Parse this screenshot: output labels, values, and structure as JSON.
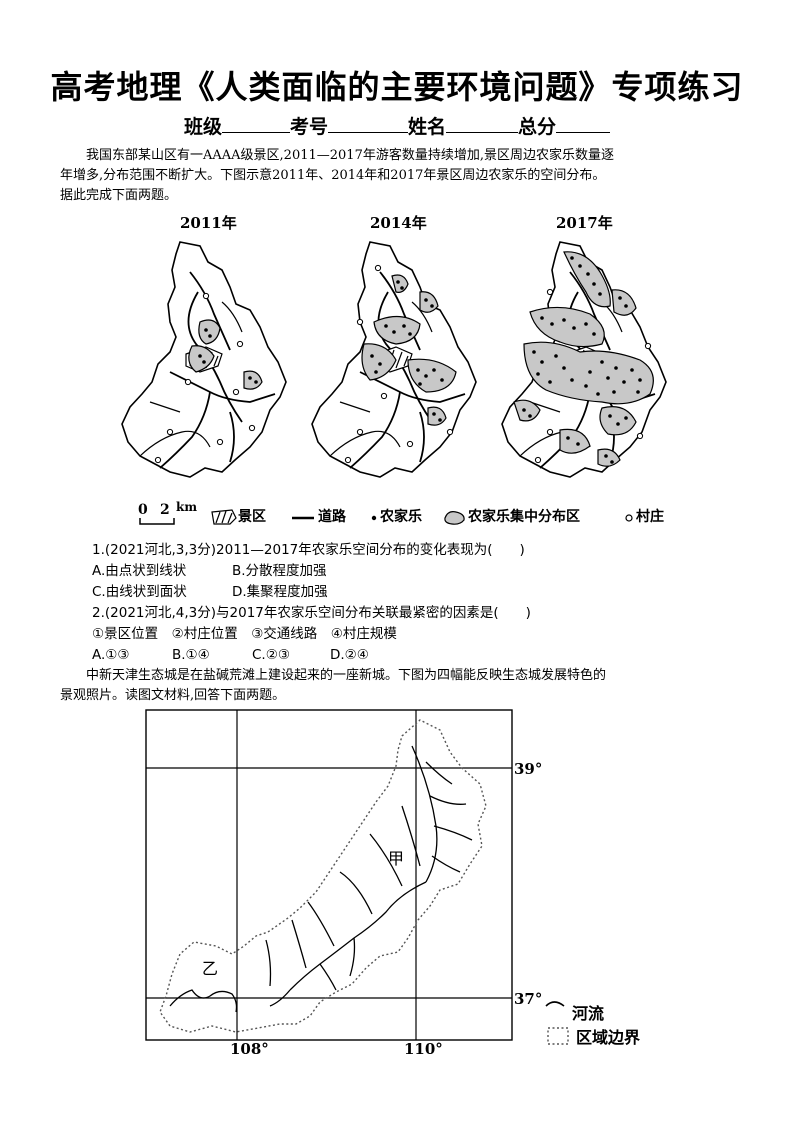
{
  "header": {
    "title": "高考地理《人类面临的主要环境问题》专项练习",
    "class_label": "班级",
    "number_label": "考号",
    "name_label": "姓名",
    "score_label": "总分"
  },
  "passage1": {
    "lines": [
      "我国东部某山区有一AAAA级景区,2011—2017年游客数量持续增加,景区周边农家乐数量逐",
      "年增多,分布范围不断扩大。下图示意2011年、2014年和2017年景区周边农家乐的空间分布。",
      "据此完成下面两题。"
    ]
  },
  "figure1": {
    "maps": [
      {
        "year": "2011年"
      },
      {
        "year": "2014年"
      },
      {
        "year": "2017年"
      }
    ],
    "scale": {
      "zero": "0",
      "value": "2",
      "unit": "km"
    },
    "legend": {
      "scenic": "景区",
      "road": "道路",
      "farmhouse": "农家乐",
      "cluster": "农家乐集中分布区",
      "village": "村庄"
    }
  },
  "questions": {
    "q1": {
      "stem": "1.(2021河北,3,3分)2011—2017年农家乐空间分布的变化表现为(　　)",
      "opt_a": "A.由点状到线状",
      "opt_b": "B.分散程度加强",
      "opt_c": "C.由线状到面状",
      "opt_d": "D.集聚程度加强"
    },
    "q2": {
      "stem": "2.(2021河北,4,3分)与2017年农家乐空间分布关联最紧密的因素是(　　)",
      "items": "①景区位置　②村庄位置　③交通线路　④村庄规模",
      "opt_a": "A.①③",
      "opt_b": "B.①④",
      "opt_c": "C.②③",
      "opt_d": "D.②④"
    }
  },
  "passage2": {
    "lines": [
      "中新天津生态城是在盐碱荒滩上建设起来的一座新城。下图为四幅能反映生态城发展特色的",
      "景观照片。读图文材料,回答下面两题。"
    ]
  },
  "figure2": {
    "lat_39": "39°",
    "lat_37": "37°",
    "lon_108": "108°",
    "lon_110": "110°",
    "label_jia": "甲",
    "label_yi": "乙",
    "legend_river": "河流",
    "legend_boundary": "区域边界"
  }
}
